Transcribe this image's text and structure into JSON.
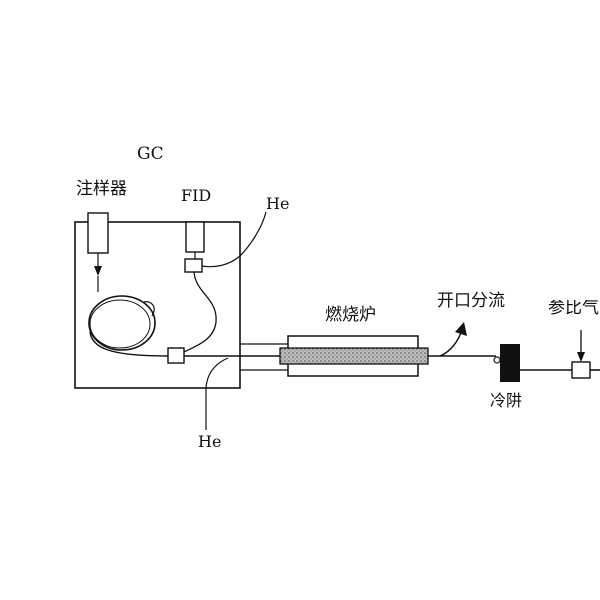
{
  "diagram": {
    "labels": {
      "gc": "GC",
      "injector": "注样器",
      "fid": "FID",
      "he_top": "He",
      "he_bottom": "He",
      "furnace": "燃烧炉",
      "split": "开口分流",
      "cold_trap": "冷阱",
      "reference_gas": "参比气"
    }
  },
  "colors": {
    "line": "#111111",
    "furnace_fill": "#bdbdbd",
    "cold_trap_fill": "#111111",
    "background": "#ffffff"
  }
}
